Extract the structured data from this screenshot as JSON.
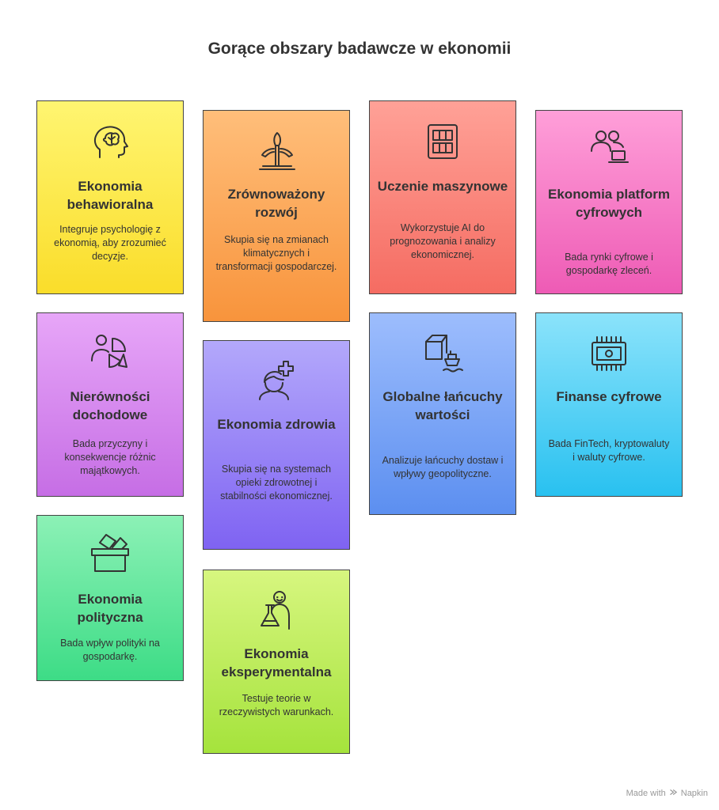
{
  "title": "Gorące obszary badawcze w ekonomii",
  "footer": {
    "made_with": "Made with",
    "brand": "Napkin"
  },
  "colors": {
    "yellow": [
      "#fff571",
      "#fadd2a"
    ],
    "orange": [
      "#ffbe7a",
      "#f8943c"
    ],
    "red": [
      "#ffa197",
      "#f56c62"
    ],
    "pink": [
      "#ff9fd9",
      "#ee5bb5"
    ],
    "purple": [
      "#e7a6f8",
      "#c66ee5"
    ],
    "violet": [
      "#b3a8fb",
      "#7f63f2"
    ],
    "blue": [
      "#9dbdfd",
      "#5c8ff0"
    ],
    "cyan": [
      "#8be3fb",
      "#29c1f0"
    ],
    "green": [
      "#8cf1b6",
      "#3ddc86"
    ],
    "lime": [
      "#d7f67f",
      "#a5e33c"
    ]
  },
  "cards": {
    "behavioral": {
      "title": "Ekonomia behawioralna",
      "text": "Integruje psychologię z ekonomią, aby zrozumieć decyzje.",
      "icon": "brain-head-icon"
    },
    "sustainable": {
      "title": "Zrównoważony rozwój",
      "text": "Skupia się na zmianach klimatycznych i transformacji gospodarczej.",
      "icon": "wind-turbine-icon"
    },
    "ml": {
      "title": "Uczenie maszynowe",
      "text": "Wykorzystuje AI do prognozowania i analizy ekonomicznej.",
      "icon": "grid-chip-icon"
    },
    "platform": {
      "title": "Ekonomia platform cyfrowych",
      "text": "Bada rynki cyfrowe i gospodarkę zleceń.",
      "icon": "users-laptop-icon"
    },
    "inequality": {
      "title": "Nierówności dochodowe",
      "text": "Bada przyczyny i konsekwencje różnic majątkowych.",
      "icon": "person-pie-icon"
    },
    "health": {
      "title": "Ekonomia zdrowia",
      "text": "Skupia się na systemach opieki zdrowotnej i stabilności ekonomicznej.",
      "icon": "doctor-plus-icon"
    },
    "supply": {
      "title": "Globalne łańcuchy wartości",
      "text": "Analizuje łańcuchy dostaw i wpływy geopolityczne.",
      "icon": "box-ship-icon"
    },
    "fintech": {
      "title": "Finanse cyfrowe",
      "text": "Bada FinTech, kryptowaluty i waluty cyfrowe.",
      "icon": "circuit-chip-icon"
    },
    "political": {
      "title": "Ekonomia polityczna",
      "text": "Bada wpływ polityki na gospodarkę.",
      "icon": "ballot-box-icon"
    },
    "experimental": {
      "title": "Ekonomia eksperymentalna",
      "text": "Testuje teorie w rzeczywistych warunkach.",
      "icon": "scientist-flask-icon"
    }
  }
}
